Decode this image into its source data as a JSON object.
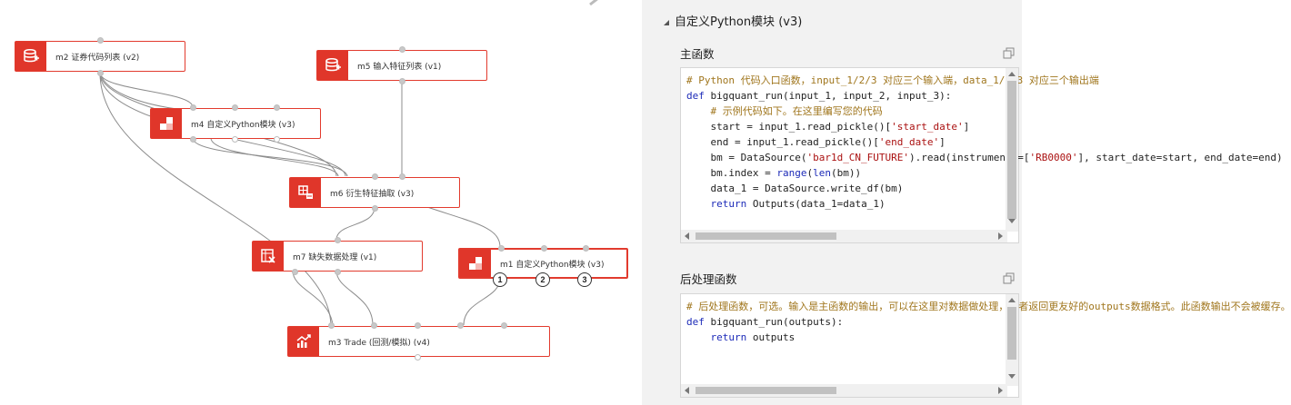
{
  "canvas": {
    "nodes": [
      {
        "id": "m2",
        "label": "m2 证券代码列表 (v2)",
        "icon": "stock-list-icon"
      },
      {
        "id": "m5",
        "label": "m5 输入特征列表 (v1)",
        "icon": "stock-list-icon"
      },
      {
        "id": "m4",
        "label": "m4 自定义Python模块 (v3)",
        "icon": "python-module-icon"
      },
      {
        "id": "m6",
        "label": "m6 衍生特征抽取 (v3)",
        "icon": "feature-extract-icon"
      },
      {
        "id": "m7",
        "label": "m7 缺失数据处理 (v1)",
        "icon": "missing-data-icon"
      },
      {
        "id": "m1",
        "label": "m1 自定义Python模块 (v3)",
        "icon": "python-module-icon"
      },
      {
        "id": "m3",
        "label": "m3 Trade (回测/模拟) (v4)",
        "icon": "trade-chart-icon"
      }
    ],
    "m1_ports": [
      "1",
      "2",
      "3"
    ],
    "colors": {
      "accent": "#e0362a",
      "edge": "#8c8c8c"
    }
  },
  "panel": {
    "title": "自定义Python模块 (v3)",
    "main_label": "主函数",
    "post_label": "后处理函数",
    "main_code": [
      "# Python 代码入口函数，input_1/2/3 对应三个输入端，data_1/2/3 对应三个输出端",
      "def bigquant_run(input_1, input_2, input_3):",
      "    # 示例代码如下。在这里编写您的代码",
      "    start = input_1.read_pickle()['start_date']",
      "    end = input_1.read_pickle()['end_date']",
      "    bm = DataSource('bar1d_CN_FUTURE').read(instruments=['RB0000'], start_date=start, end_date=end)",
      "    bm.index = range(len(bm))",
      "    data_1 = DataSource.write_df(bm)",
      "    return Outputs(data_1=data_1)"
    ],
    "post_code": [
      "# 后处理函数，可选。输入是主函数的输出，可以在这里对数据做处理，或者返回更友好的outputs数据格式。此函数输出不会被缓存。",
      "def bigquant_run(outputs):",
      "    return outputs"
    ]
  }
}
